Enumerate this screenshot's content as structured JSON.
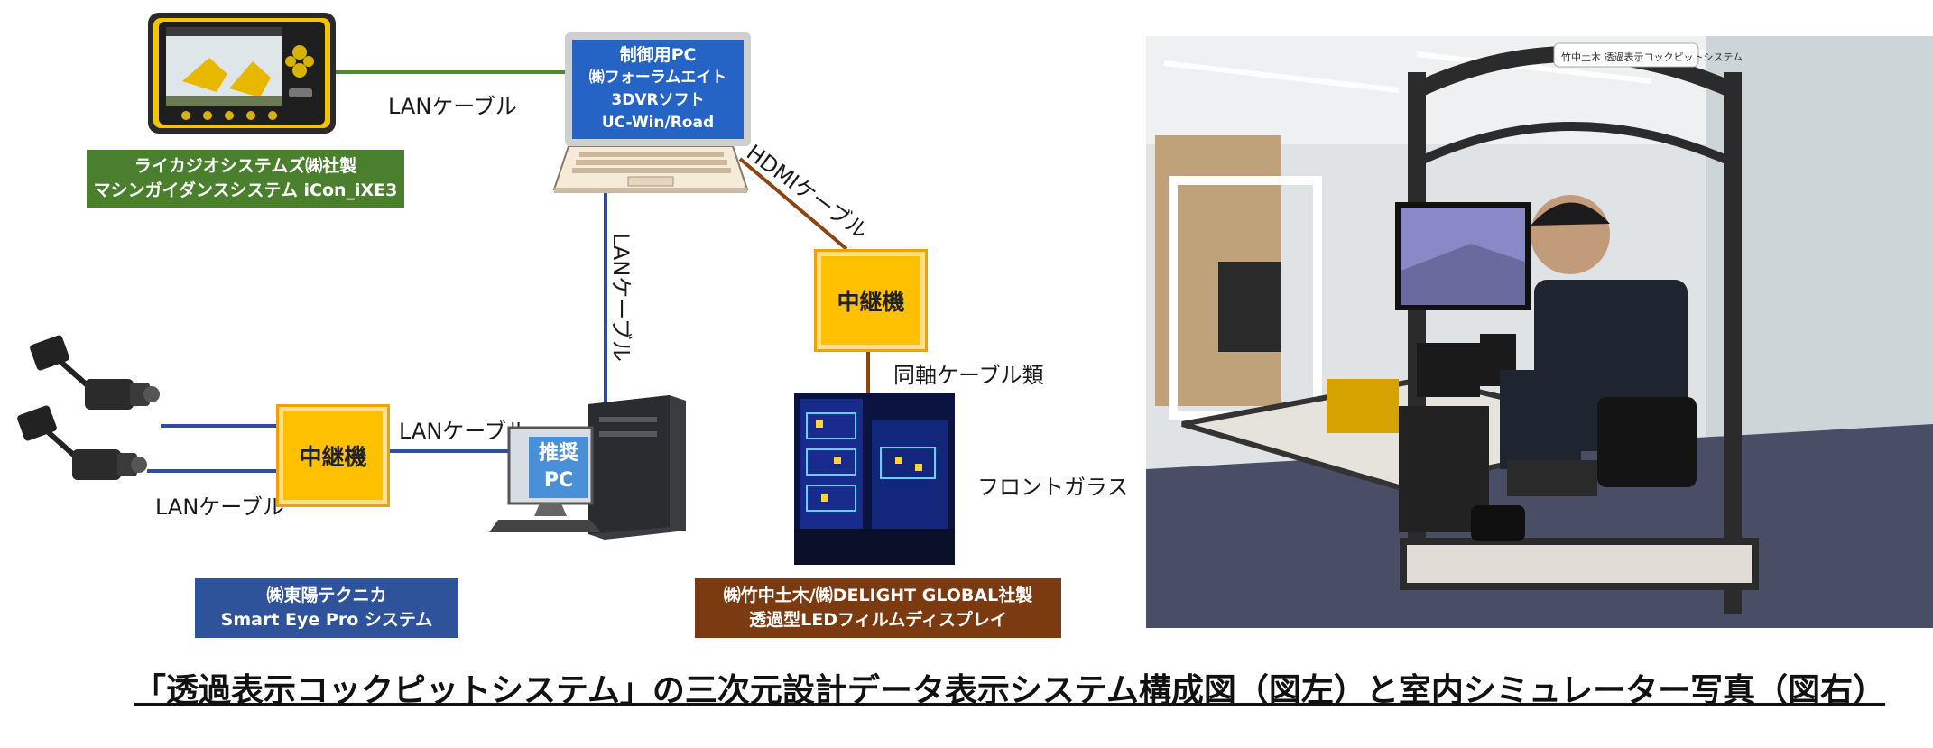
{
  "diagram": {
    "lan_cable_top": "LANケーブル",
    "lan_cable_vertical": "LANケーブル",
    "lan_cable_middle": "LANケーブル",
    "lan_cable_bottom": "LANケーブル",
    "hdmi_cable": "HDMIケーブル",
    "coax_cable": "同軸ケーブル類",
    "windshield": "フロントガラス",
    "relay_top": "中継機",
    "relay_left": "中継機",
    "control_pc": [
      "制御用PC",
      "㈱フォーラムエイト",
      "3DVRソフト",
      "UC-Win/Road"
    ],
    "recommended_pc": [
      "推奨",
      "PC"
    ],
    "caption_leica": [
      "ライカジオシステムズ㈱社製",
      "マシンガイダンスシステム iCon_iXE3"
    ],
    "caption_toyo": [
      "㈱東陽テクニカ",
      "Smart Eye Pro システム"
    ],
    "caption_takenaka": [
      "㈱竹中土木/㈱DELIGHT GLOBAL社製",
      "透過型LEDフィルムディスプレイ"
    ]
  },
  "photo": {
    "sign_text": "竹中土木 透過表示コックピットシステム"
  },
  "title": "「透過表示コックピットシステム」の三次元設計データ表示システム構成図（図左）と室内シミュレーター写真（図右）",
  "colors": {
    "green_line": "#4e8a2e",
    "blue_line": "#2f4f9e",
    "brown_line": "#8b4513",
    "green_caption": "#4a7f2e",
    "blue_caption": "#2e539a",
    "brown_caption": "#7b3a10",
    "relay_fill": "#ffc000"
  }
}
